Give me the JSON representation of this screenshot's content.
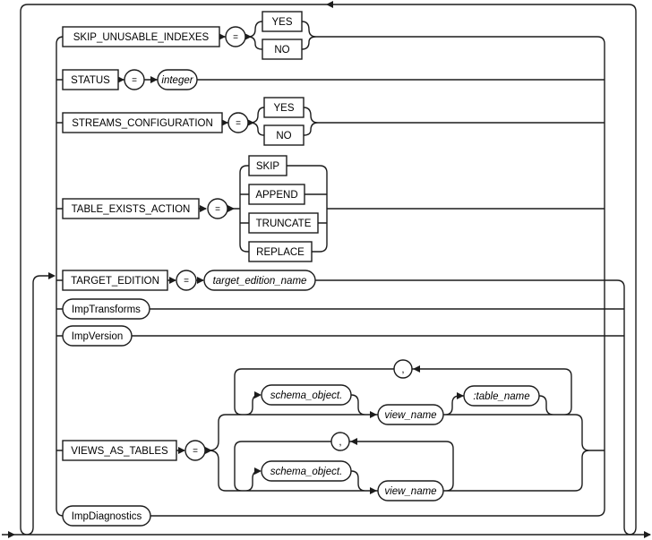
{
  "diagram": {
    "kind": "railroad-syntax-diagram",
    "colors": {
      "line": "#1c1c1c",
      "box_fill": "#ffffff",
      "background": "#ffffff"
    }
  },
  "nodes": {
    "skip_unusable_indexes": "SKIP_UNUSABLE_INDEXES",
    "equals": "=",
    "yes": "YES",
    "no": "NO",
    "status": "STATUS",
    "integer": "integer",
    "streams_configuration": "STREAMS_CONFIGURATION",
    "table_exists_action": "TABLE_EXISTS_ACTION",
    "skip": "SKIP",
    "append": "APPEND",
    "truncate": "TRUNCATE",
    "replace": "REPLACE",
    "target_edition": "TARGET_EDITION",
    "target_edition_name": "target_edition_name",
    "imp_transforms": "ImpTransforms",
    "imp_version": "ImpVersion",
    "views_as_tables": "VIEWS_AS_TABLES",
    "schema_object": "schema_object.",
    "view_name": "view_name",
    "table_name": ":table_name",
    "comma": ",",
    "imp_diagnostics": "ImpDiagnostics"
  }
}
